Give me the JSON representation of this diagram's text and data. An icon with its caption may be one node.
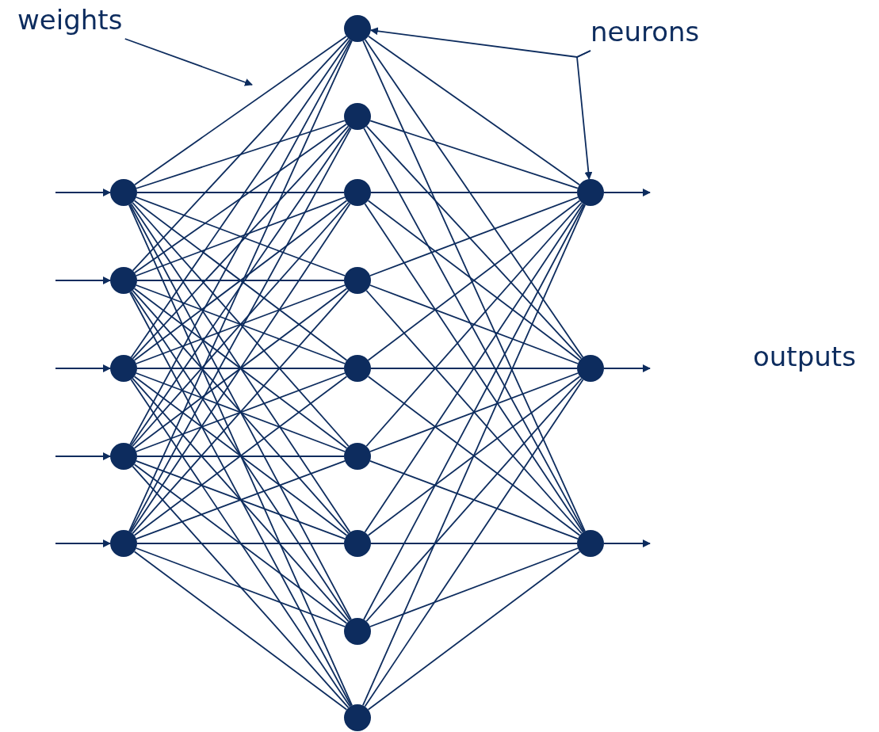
{
  "diagram": {
    "nodes": [
      {
        "text": [
          "weights"
        ]
      },
      {
        "text": [
          "neurons"
        ]
      },
      {
        "text": [],
        "shape": "circle"
      },
      {
        "text": [],
        "shape": "circle"
      },
      {
        "text": [],
        "shape": "circle"
      },
      {
        "text": [],
        "shape": "circle"
      },
      {
        "text": [],
        "shape": "circle"
      },
      {
        "text": [],
        "shape": "circle"
      },
      {
        "text": [],
        "shape": "circle"
      },
      {
        "text": [],
        "shape": "circle"
      },
      {
        "text": [],
        "shape": "circle"
      },
      {
        "text": [],
        "shape": "circle"
      },
      {
        "text": [],
        "shape": "circle"
      },
      {
        "text": [],
        "shape": "circle"
      },
      {
        "text": [],
        "shape": "circle"
      },
      {
        "text": [],
        "shape": "circle"
      },
      {
        "text": [],
        "shape": "circle"
      },
      {
        "text": [],
        "shape": "circle"
      },
      {
        "text": [],
        "shape": "circle"
      }
    ],
    "edges": [
      {
        "from": null,
        "to": 2,
        "arrow": "to"
      },
      {
        "from": null,
        "to": 3,
        "arrow": "to"
      },
      {
        "from": null,
        "to": 4,
        "arrow": "to"
      },
      {
        "from": null,
        "to": 5,
        "arrow": "to"
      },
      {
        "from": null,
        "to": 6,
        "arrow": "to"
      },
      {
        "from": 2,
        "to": 7,
        "arrow": "none"
      },
      {
        "from": 2,
        "to": 8,
        "arrow": "none"
      },
      {
        "from": 2,
        "to": 9,
        "arrow": "none"
      },
      {
        "from": 2,
        "to": 10,
        "arrow": "none"
      },
      {
        "from": 2,
        "to": 11,
        "arrow": "none"
      },
      {
        "from": 2,
        "to": 12,
        "arrow": "none"
      },
      {
        "from": 2,
        "to": 13,
        "arrow": "none"
      },
      {
        "from": 2,
        "to": 14,
        "arrow": "none"
      },
      {
        "from": 2,
        "to": 15,
        "arrow": "none"
      },
      {
        "from": 3,
        "to": 7,
        "arrow": "none"
      },
      {
        "from": 3,
        "to": 8,
        "arrow": "none"
      },
      {
        "from": 3,
        "to": 9,
        "arrow": "none"
      },
      {
        "from": 3,
        "to": 10,
        "arrow": "none"
      },
      {
        "from": 3,
        "to": 11,
        "arrow": "none"
      },
      {
        "from": 3,
        "to": 12,
        "arrow": "none"
      },
      {
        "from": 3,
        "to": 13,
        "arrow": "none"
      },
      {
        "from": 3,
        "to": 14,
        "arrow": "none"
      },
      {
        "from": 3,
        "to": 15,
        "arrow": "none"
      },
      {
        "from": 4,
        "to": 7,
        "arrow": "none"
      },
      {
        "from": 4,
        "to": 8,
        "arrow": "none"
      },
      {
        "from": 4,
        "to": 9,
        "arrow": "none"
      },
      {
        "from": 4,
        "to": 10,
        "arrow": "none"
      },
      {
        "from": 4,
        "to": 11,
        "arrow": "none"
      },
      {
        "from": 4,
        "to": 12,
        "arrow": "none"
      },
      {
        "from": 4,
        "to": 13,
        "arrow": "none"
      },
      {
        "from": 4,
        "to": 14,
        "arrow": "none"
      },
      {
        "from": 4,
        "to": 15,
        "arrow": "none"
      },
      {
        "from": 5,
        "to": 7,
        "arrow": "none"
      },
      {
        "from": 5,
        "to": 8,
        "arrow": "none"
      },
      {
        "from": 5,
        "to": 9,
        "arrow": "none"
      },
      {
        "from": 5,
        "to": 10,
        "arrow": "none"
      },
      {
        "from": 5,
        "to": 11,
        "arrow": "none"
      },
      {
        "from": 5,
        "to": 12,
        "arrow": "none"
      },
      {
        "from": 5,
        "to": 13,
        "arrow": "none"
      },
      {
        "from": 5,
        "to": 14,
        "arrow": "none"
      },
      {
        "from": 5,
        "to": 15,
        "arrow": "none"
      },
      {
        "from": 6,
        "to": 7,
        "arrow": "none"
      },
      {
        "from": 6,
        "to": 8,
        "arrow": "none"
      },
      {
        "from": 6,
        "to": 9,
        "arrow": "none"
      },
      {
        "from": 6,
        "to": 10,
        "arrow": "none"
      },
      {
        "from": 6,
        "to": 11,
        "arrow": "none"
      },
      {
        "from": 6,
        "to": 12,
        "arrow": "none"
      },
      {
        "from": 6,
        "to": 13,
        "arrow": "none"
      },
      {
        "from": 6,
        "to": 14,
        "arrow": "none"
      },
      {
        "from": 6,
        "to": 15,
        "arrow": "none"
      },
      {
        "from": 7,
        "to": 16,
        "arrow": "none"
      },
      {
        "from": 7,
        "to": 17,
        "arrow": "none"
      },
      {
        "from": 7,
        "to": 18,
        "arrow": "none"
      },
      {
        "from": 8,
        "to": 16,
        "arrow": "none"
      },
      {
        "from": 8,
        "to": 17,
        "arrow": "none"
      },
      {
        "from": 8,
        "to": 18,
        "arrow": "none"
      },
      {
        "from": 9,
        "to": 16,
        "arrow": "none"
      },
      {
        "from": 9,
        "to": 17,
        "arrow": "none"
      },
      {
        "from": 9,
        "to": 18,
        "arrow": "none"
      },
      {
        "from": 10,
        "to": 16,
        "arrow": "none"
      },
      {
        "from": 10,
        "to": 17,
        "arrow": "none"
      },
      {
        "from": 10,
        "to": 18,
        "arrow": "none"
      },
      {
        "from": 11,
        "to": 16,
        "arrow": "none"
      },
      {
        "from": 11,
        "to": 17,
        "arrow": "none"
      },
      {
        "from": 11,
        "to": 18,
        "arrow": "none"
      },
      {
        "from": 12,
        "to": 16,
        "arrow": "none"
      },
      {
        "from": 12,
        "to": 17,
        "arrow": "none"
      },
      {
        "from": 12,
        "to": 18,
        "arrow": "none"
      },
      {
        "from": 13,
        "to": 16,
        "arrow": "none"
      },
      {
        "from": 13,
        "to": 17,
        "arrow": "none"
      },
      {
        "from": 13,
        "to": 18,
        "arrow": "none"
      },
      {
        "from": 14,
        "to": 16,
        "arrow": "none"
      },
      {
        "from": 14,
        "to": 17,
        "arrow": "none"
      },
      {
        "from": 14,
        "to": 18,
        "arrow": "none"
      },
      {
        "from": 15,
        "to": 16,
        "arrow": "none"
      },
      {
        "from": 15,
        "to": 17,
        "arrow": "none"
      },
      {
        "from": 15,
        "to": 18,
        "arrow": "none"
      },
      {
        "from": 16,
        "to": null,
        "arrow": "to"
      },
      {
        "from": 17,
        "to": null,
        "arrow": "to"
      },
      {
        "from": 18,
        "to": null,
        "arrow": "to"
      },
      {
        "from": 0,
        "to": null,
        "arrow": "to"
      },
      {
        "from": 1,
        "to": 7,
        "arrow": "to"
      },
      {
        "from": 1,
        "to": 16,
        "arrow": "to"
      }
    ],
    "labels": [
      "outputs"
    ]
  }
}
